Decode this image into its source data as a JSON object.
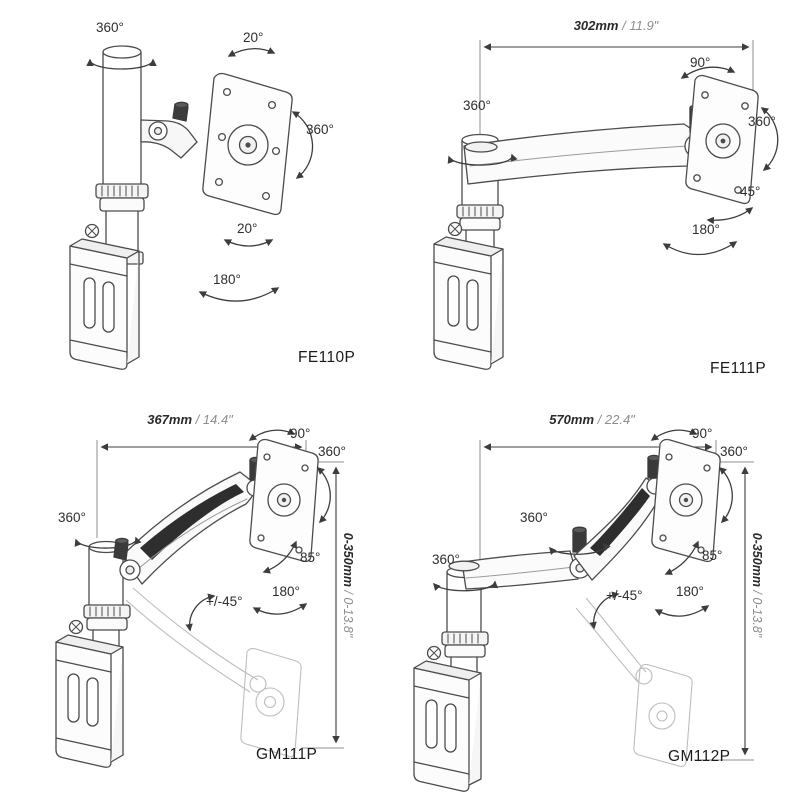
{
  "colors": {
    "background": "#ffffff",
    "ink": "#3d3d3d",
    "ghost": "#bdbdbd"
  },
  "panels": {
    "fe110p": {
      "model": "FE110P",
      "labels": {
        "pole_swivel": "360°",
        "tilt_up": "20°",
        "plate_rotation": "360°",
        "tilt_down": "20°",
        "pan": "180°"
      }
    },
    "fe111p": {
      "model": "FE111P",
      "dimension_horizontal": {
        "metric": "302mm",
        "imperial": "/ 11.9\""
      },
      "labels": {
        "tilt_up": "90°",
        "pole_swivel": "360°",
        "plate_rotation": "360°",
        "tilt_down": "45°",
        "pan": "180°"
      }
    },
    "gm111p": {
      "model": "GM111P",
      "dimension_horizontal": {
        "metric": "367mm",
        "imperial": "/ 14.4\""
      },
      "dimension_vertical": {
        "metric": "0-350mm",
        "imperial": "/ 0-13.8\""
      },
      "labels": {
        "tilt_up": "90°",
        "plate_rotation": "360°",
        "pole_swivel": "360°",
        "tilt_down": "85°",
        "pan": "180°",
        "arm_pivot": "+/-45°"
      }
    },
    "gm112p": {
      "model": "GM112P",
      "dimension_horizontal": {
        "metric": "570mm",
        "imperial": "/ 22.4\""
      },
      "dimension_vertical": {
        "metric": "0-350mm",
        "imperial": "/ 0-13.8\""
      },
      "labels": {
        "tilt_up": "90°",
        "plate_rotation": "360°",
        "elbow_swivel": "360°",
        "pole_swivel": "360°",
        "tilt_down": "85°",
        "pan": "180°",
        "arm_pivot": "+/-45°"
      }
    }
  }
}
